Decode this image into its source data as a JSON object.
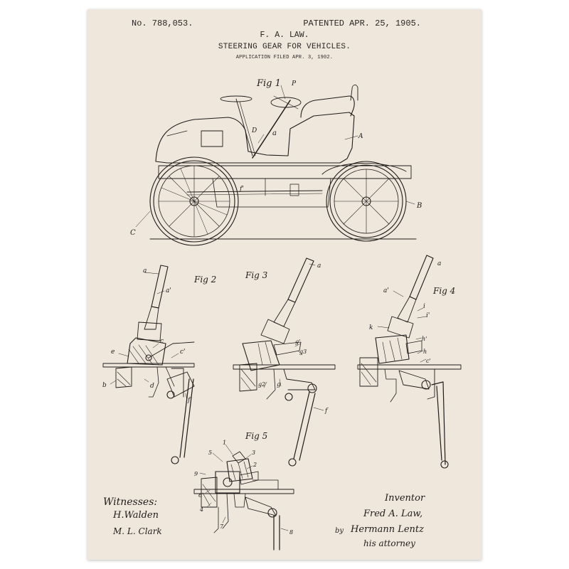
{
  "header": {
    "patent_number": "No. 788,053.",
    "patent_date": "PATENTED APR. 25, 1905.",
    "inventor": "F. A. LAW.",
    "title": "STEERING GEAR FOR VEHICLES.",
    "filed": "APPLICATION FILED APR. 3, 1902."
  },
  "figures": {
    "fig1": "Fig 1",
    "fig2": "Fig 2",
    "fig3": "Fig 3",
    "fig4": "Fig 4",
    "fig5": "Fig 5"
  },
  "labels": {
    "fig1": [
      "P",
      "D",
      "a",
      "A",
      "f'",
      "B",
      "C"
    ],
    "fig2": [
      "a",
      "a'",
      "c",
      "e",
      "c'",
      "b",
      "d",
      "f"
    ],
    "fig3": [
      "a",
      "g'",
      "g3",
      "g2",
      "g",
      "f"
    ],
    "fig4": [
      "a",
      "a'",
      "i",
      "i'",
      "k",
      "h'",
      "h",
      "c'"
    ],
    "fig5": [
      "1",
      "5",
      "3",
      "2",
      "9",
      "6",
      "4",
      "7",
      "8"
    ]
  },
  "footer": {
    "witnesses_label": "Witnesses:",
    "witness_1": "H.Walden",
    "witness_2": "M. L. Clark",
    "inventor_label": "Inventor",
    "inventor_signature": "Fred A. Law,",
    "by": "by",
    "attorney_signature": "Hermann Lentz",
    "attorney_label": "his attorney"
  },
  "colors": {
    "paper": "#efe7dc",
    "ink": "#1f1c1a",
    "frame": "#ffffff"
  }
}
